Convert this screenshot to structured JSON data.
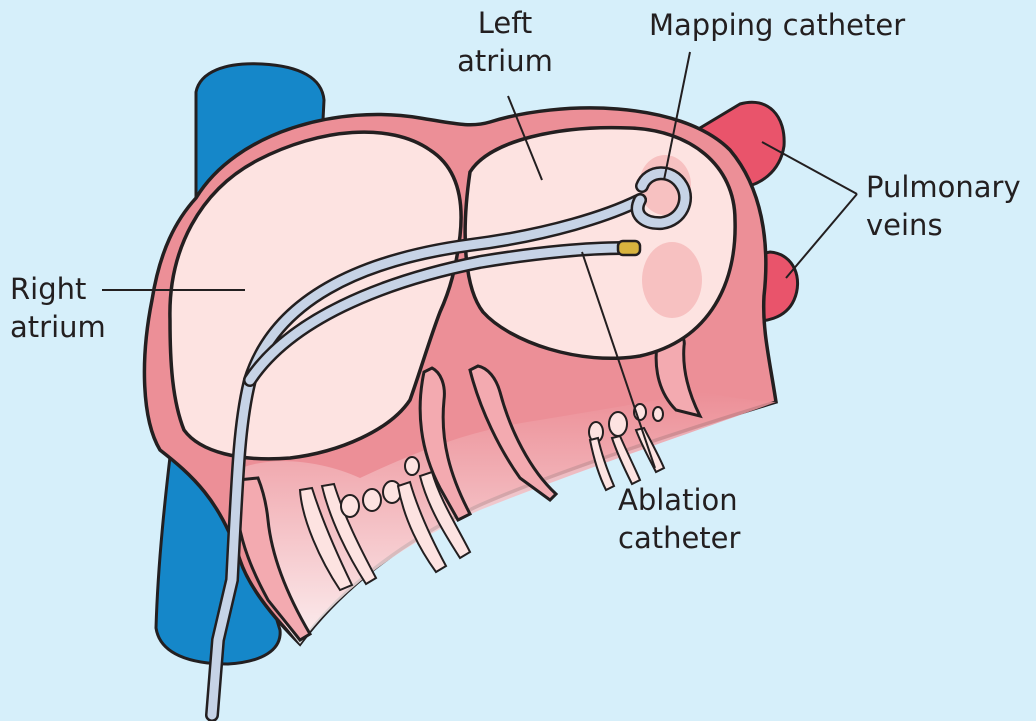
{
  "labels": {
    "left_atrium": [
      "Left",
      "atrium"
    ],
    "mapping_catheter": "Mapping catheter",
    "pulmonary_veins": [
      "Pulmonary",
      "veins"
    ],
    "right_atrium": [
      "Right",
      "atrium"
    ],
    "ablation_catheter": [
      "Ablation",
      "catheter"
    ]
  },
  "colors": {
    "background": "#d6effa",
    "vena_cava": "#1587c9",
    "heart_wall": "#ec8f97",
    "chamber_interior": "#fde3e1",
    "pulmonary_vein": "#e9546b",
    "catheter": "#c6d3e6",
    "catheter_tip": "#d8b33e",
    "outline": "#231f20"
  }
}
